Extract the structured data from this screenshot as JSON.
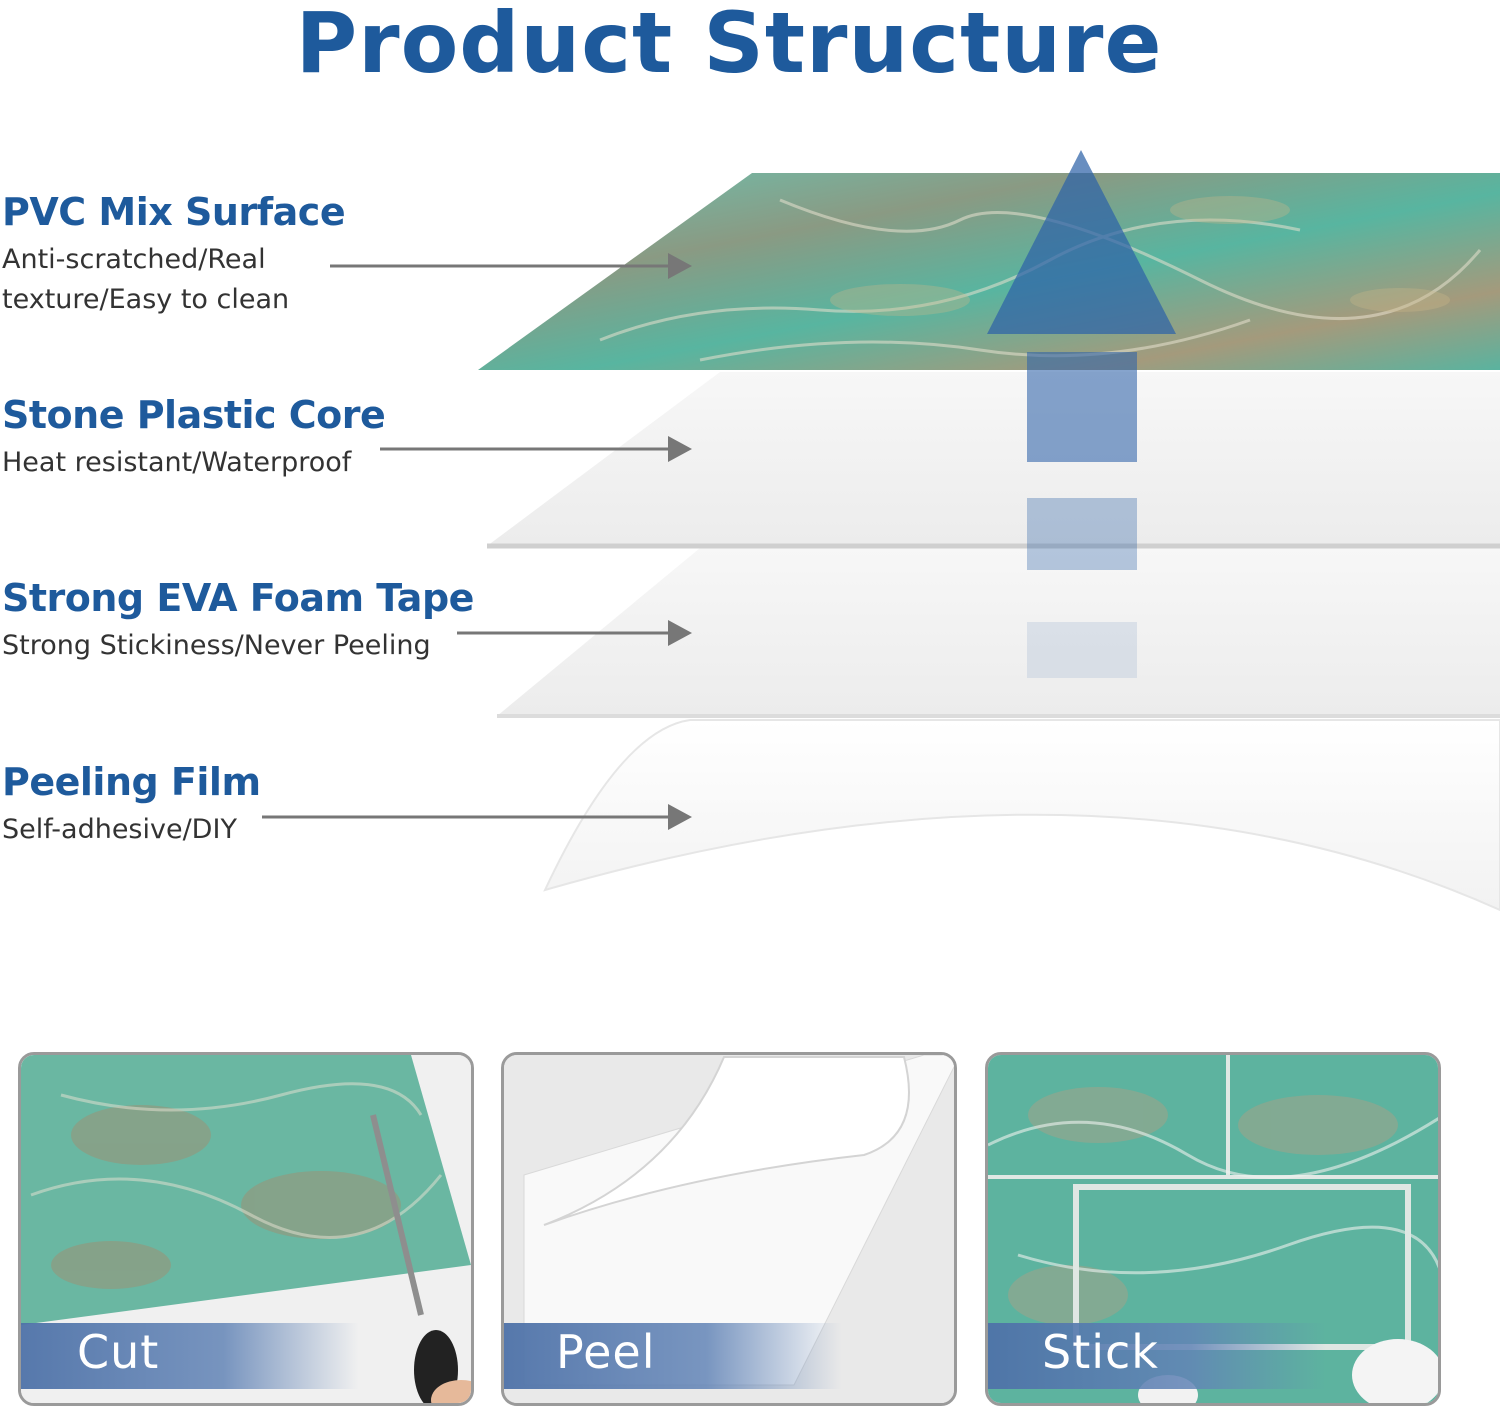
{
  "title": "Product Structure",
  "layers": [
    {
      "name": "PVC Mix Surface",
      "description": "Anti-scratched/Real\ntexture/Easy to clean"
    },
    {
      "name": "Stone Plastic Core",
      "description": "Heat resistant/Waterproof"
    },
    {
      "name": "Strong EVA Foam Tape",
      "description": "Strong Stickiness/Never Peeling"
    },
    {
      "name": "Peeling Film",
      "description": "Self-adhesive/DIY"
    }
  ],
  "steps": [
    {
      "label": "Cut"
    },
    {
      "label": "Peel"
    },
    {
      "label": "Stick"
    }
  ],
  "colors": {
    "title": "#1e5a9c",
    "arrow": "#6f8fbf",
    "marble": "#5fb9a5",
    "step_bar": "#4e72a8"
  }
}
